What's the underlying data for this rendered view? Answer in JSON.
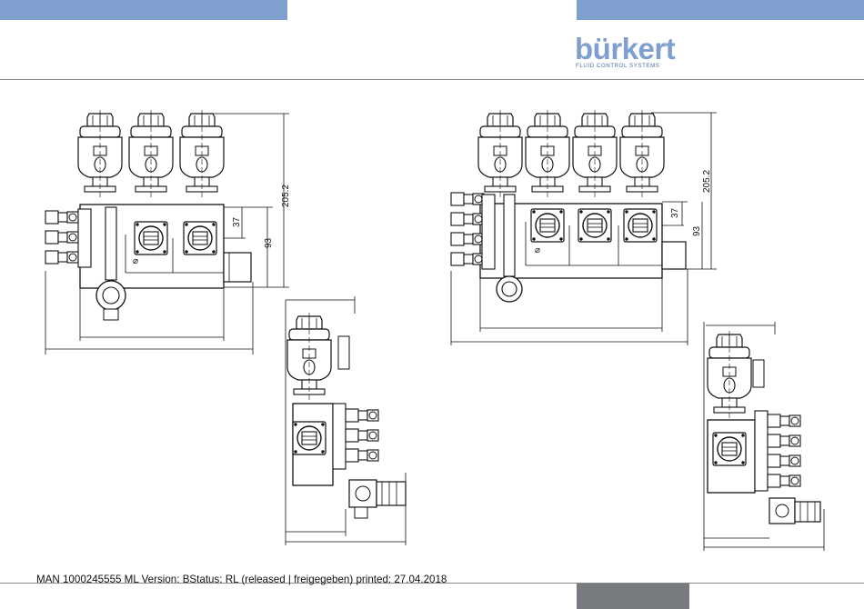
{
  "brand": {
    "logo_word": "bürkert",
    "tagline": "FLUID CONTROL SYSTEMS",
    "color": "#7f9fce"
  },
  "drawing": {
    "left_view": {
      "dim_overall_height": "205.2",
      "dim_37": "37",
      "dim_93": "93",
      "diameter_symbol": "⌀"
    },
    "right_view": {
      "dim_overall_height": "205.2",
      "dim_37": "37",
      "dim_93": "93",
      "diameter_symbol": "⌀"
    }
  },
  "footer": {
    "text": "MAN  1000245555  ML  Version: BStatus: RL (released | freigegeben)  printed: 27.04.2018"
  },
  "colors": {
    "header_bar": "#7f9fce",
    "footer_tab": "#777b80"
  }
}
